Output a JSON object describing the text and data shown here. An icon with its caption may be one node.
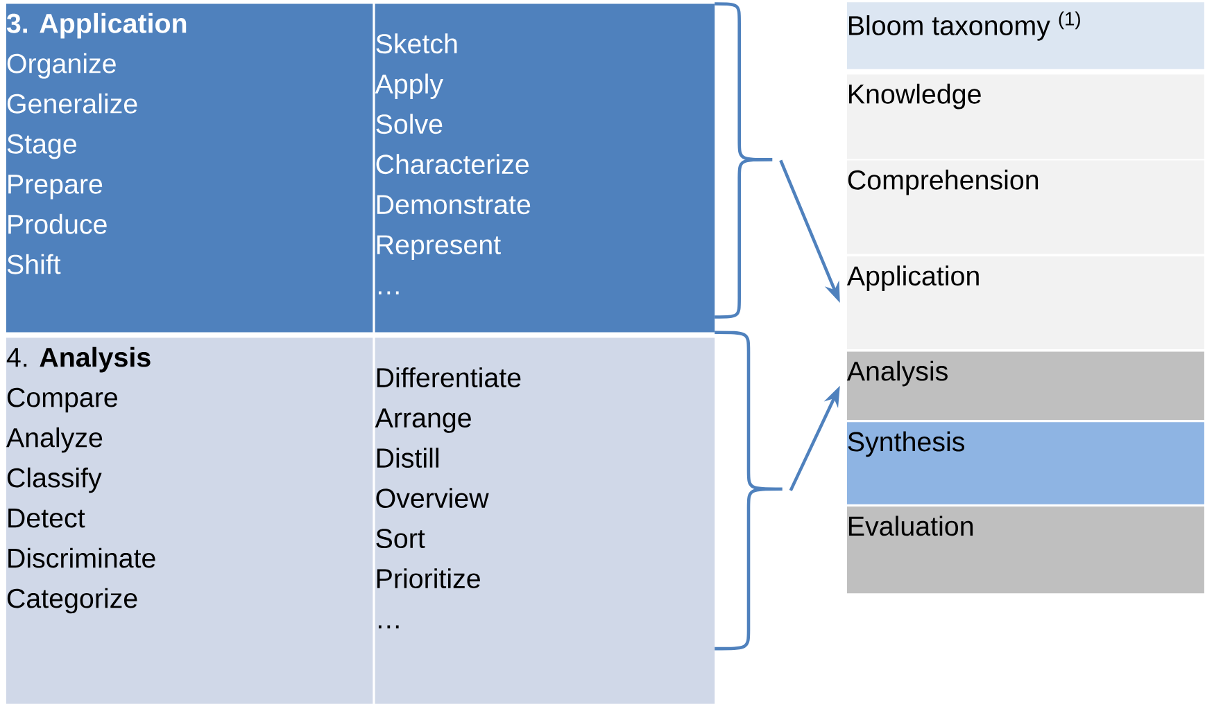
{
  "diagram": {
    "nodes": [
      {
        "text": [
          "3. Application",
          "Organize",
          "Generalize",
          "Stage",
          "Prepare",
          "Produce",
          "Shift"
        ]
      },
      {
        "text": [
          "Sketch",
          "Apply",
          "Solve",
          "Characterize",
          "Demonstrate",
          "Represent",
          "…"
        ]
      },
      {
        "text": [
          "4. **Analysis**",
          "Compare",
          "Analyze",
          "Classify",
          "Detect",
          "Discriminate",
          "Categorize"
        ]
      },
      {
        "text": [
          "Differentiate",
          "Arrange",
          "Distill",
          "Overview",
          "Sort",
          "Prioritize",
          "…"
        ]
      },
      {
        "text": [],
        "shape": "brace"
      },
      {
        "text": [],
        "shape": "brace"
      },
      {
        "text": [
          "Bloom taxonomy $^{(1)}$"
        ]
      },
      {
        "text": [
          "Knowledge"
        ]
      },
      {
        "text": [
          "Comprehension"
        ]
      },
      {
        "text": [
          "Application"
        ]
      },
      {
        "text": [
          "Analysis"
        ]
      },
      {
        "text": [
          "Synthesis"
        ]
      },
      {
        "text": [
          "Evaluation"
        ]
      }
    ],
    "edges": [
      {
        "from": 4,
        "to": 9,
        "arrow": "to"
      },
      {
        "from": 5,
        "to": 10,
        "arrow": "to"
      }
    ]
  }
}
